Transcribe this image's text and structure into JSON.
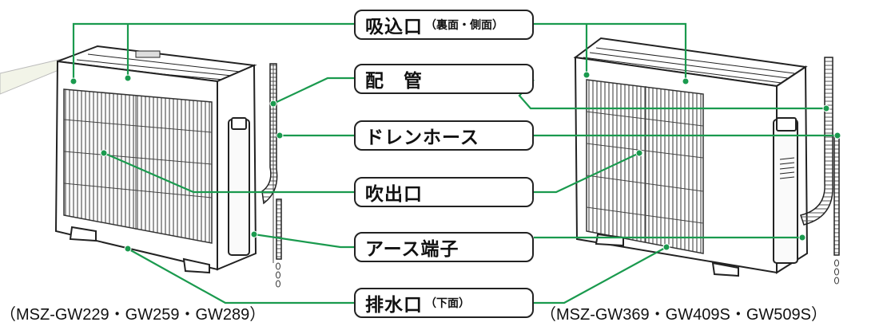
{
  "labels": [
    {
      "main": "吸込口",
      "sub": "（裏面・側面）"
    },
    {
      "main": "配　管",
      "sub": ""
    },
    {
      "main": "ドレンホース",
      "sub": ""
    },
    {
      "main": "吹出口",
      "sub": ""
    },
    {
      "main": "アース端子",
      "sub": ""
    },
    {
      "main": "排水口",
      "sub": "（下面）"
    }
  ],
  "captions": {
    "left": "（MSZ-GW229・GW259・GW289）",
    "right": "（MSZ-GW369・GW409S・GW509S）"
  },
  "colors": {
    "leader": "#1a9a4e",
    "outline": "#222222",
    "unit_fill": "#ffffff",
    "pipe_fill": "#f4f4f4"
  }
}
